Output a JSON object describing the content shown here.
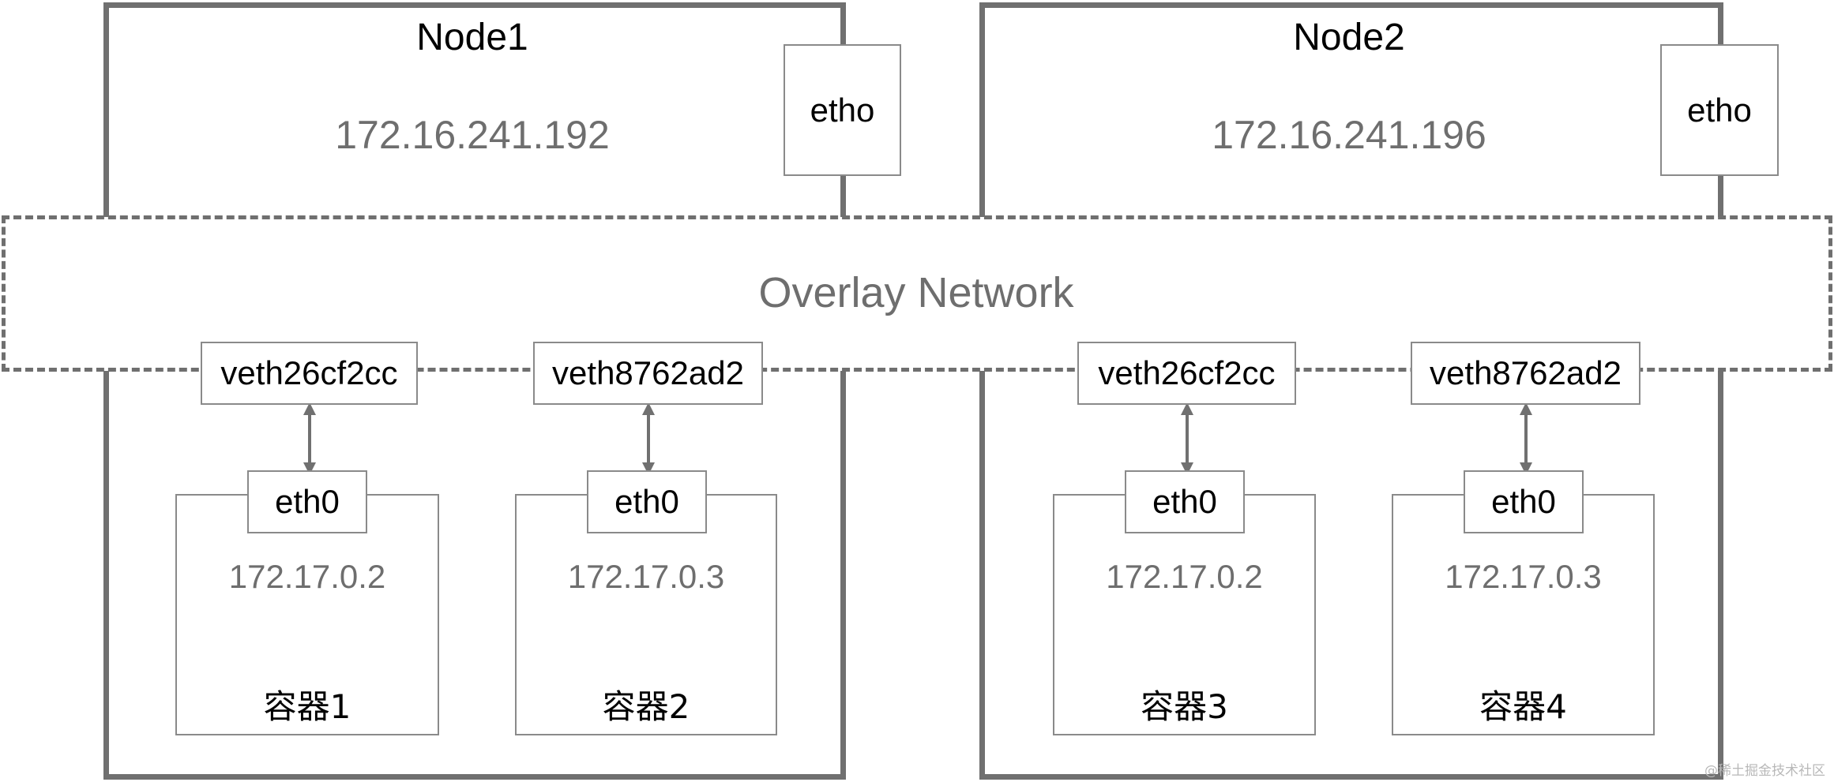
{
  "nodes": [
    {
      "title": "Node1",
      "ip": "172.16.241.192",
      "nic": "etho"
    },
    {
      "title": "Node2",
      "ip": "172.16.241.196",
      "nic": "etho"
    }
  ],
  "overlay": {
    "label": "Overlay Network"
  },
  "containers": [
    {
      "veth": "veth26cf2cc",
      "eth": "eth0",
      "ip": "172.17.0.2",
      "name": "容器1"
    },
    {
      "veth": "veth8762ad2",
      "eth": "eth0",
      "ip": "172.17.0.3",
      "name": "容器2"
    },
    {
      "veth": "veth26cf2cc",
      "eth": "eth0",
      "ip": "172.17.0.2",
      "name": "容器3"
    },
    {
      "veth": "veth8762ad2",
      "eth": "eth0",
      "ip": "172.17.0.3",
      "name": "容器4"
    }
  ],
  "watermark": "@稀土掘金技术社区",
  "colors": {
    "line": "#707070",
    "text_gray": "#6e6e6e",
    "box_border": "#8a8a8a"
  }
}
